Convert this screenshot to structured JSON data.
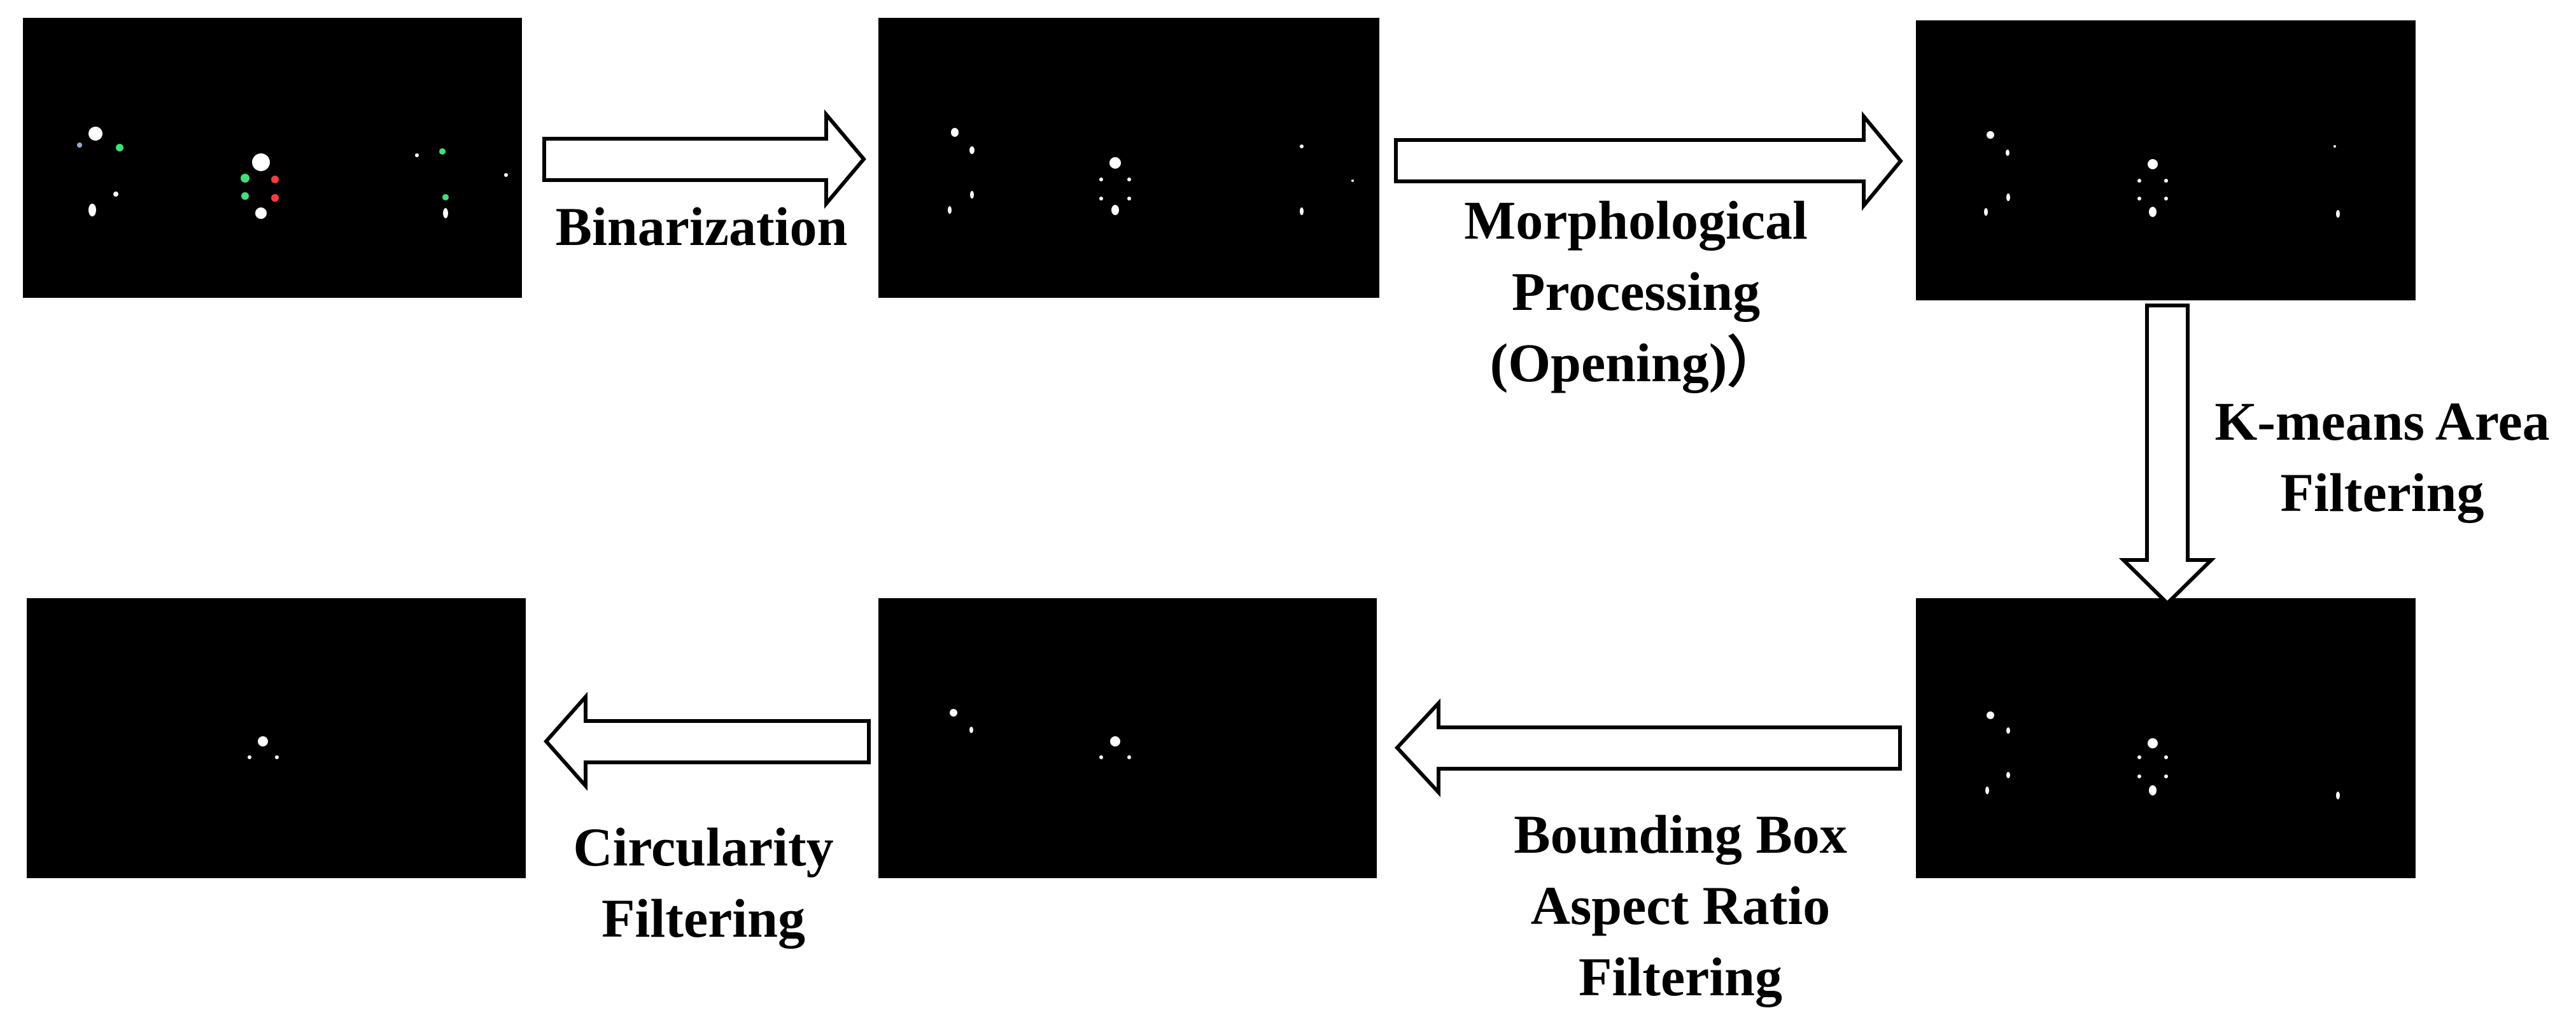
{
  "diagram": {
    "steps": [
      {
        "id": "binarization",
        "label": "Binarization"
      },
      {
        "id": "morphological",
        "lines": [
          "Morphological",
          "Processing",
          "(Opening)）"
        ]
      },
      {
        "id": "kmeans",
        "lines": [
          "K-means Area",
          "Filtering"
        ]
      },
      {
        "id": "bbox",
        "lines": [
          "Bounding Box",
          "Aspect Ratio",
          "Filtering"
        ]
      },
      {
        "id": "circularity",
        "lines": [
          "Circularity",
          "Filtering"
        ]
      }
    ],
    "panels": [
      {
        "id": "original",
        "description_name": "original-image-panel"
      },
      {
        "id": "binarized",
        "description_name": "binarized-image-panel"
      },
      {
        "id": "opened",
        "description_name": "morphological-image-panel"
      },
      {
        "id": "kmeans",
        "description_name": "kmeans-image-panel"
      },
      {
        "id": "bbox",
        "description_name": "bbox-image-panel"
      },
      {
        "id": "final",
        "description_name": "circularity-image-panel"
      }
    ],
    "colors": {
      "panel_background": "#000000",
      "spot_white": "#ffffff",
      "spot_green": "#3ee07a",
      "spot_red": "#ff3b3b",
      "arrow_fill": "#ffffff",
      "arrow_stroke": "#000000"
    }
  }
}
